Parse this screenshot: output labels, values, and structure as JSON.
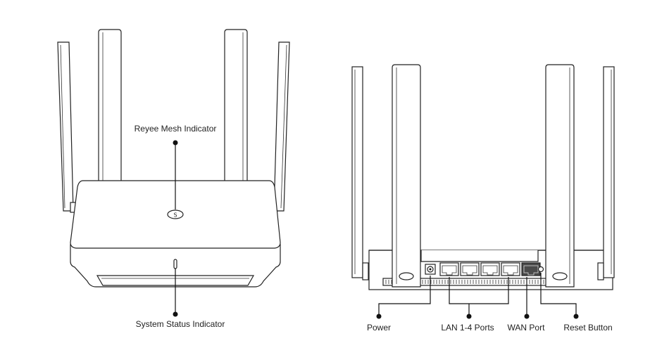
{
  "front_view": {
    "labels": {
      "mesh_indicator": "Reyee Mesh Indicator",
      "status_indicator": "System Status Indicator"
    }
  },
  "rear_view": {
    "labels": {
      "power": "Power",
      "lan_ports": "LAN 1-4 Ports",
      "wan_port": "WAN Port",
      "reset_button": "Reset Button"
    },
    "lan_port_count": 4,
    "wan_port_count": 1
  },
  "colors": {
    "outline": "#222222",
    "wan_port_fill": "#4a4a4a",
    "background": "#ffffff"
  }
}
